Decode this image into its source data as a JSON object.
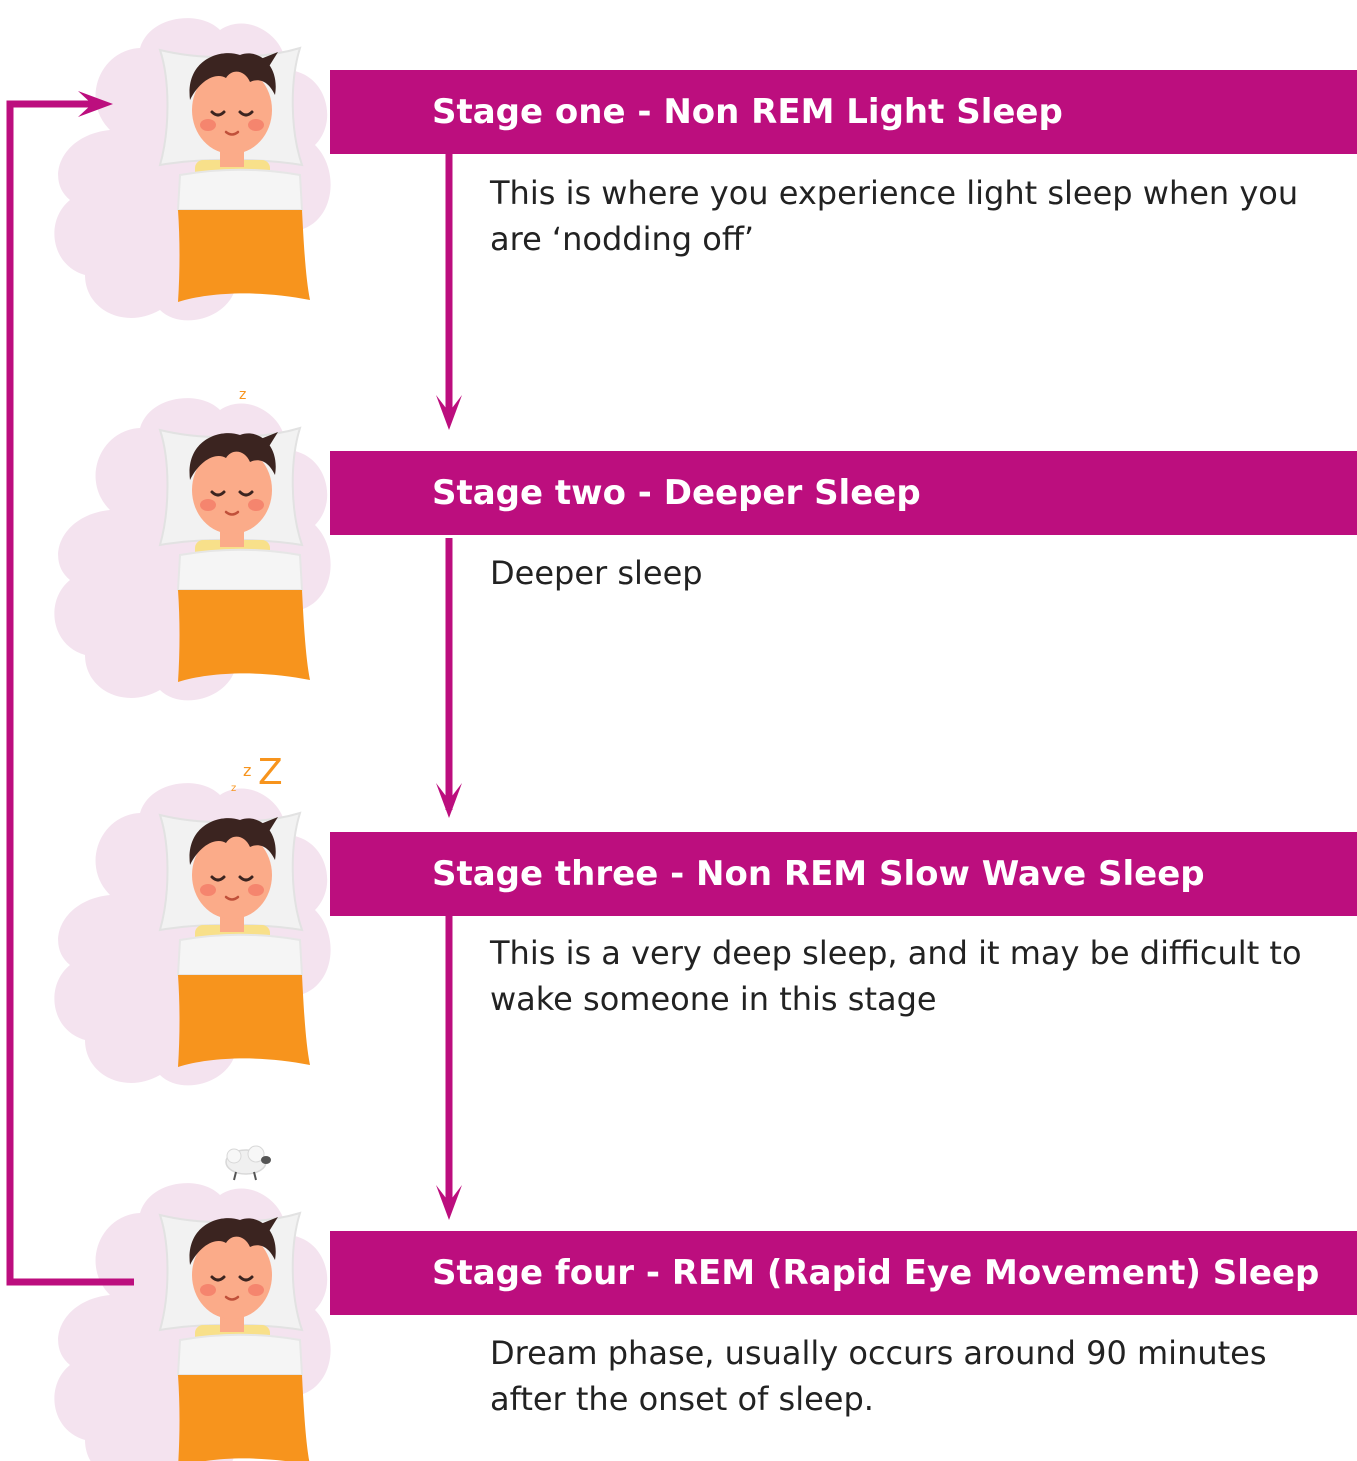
{
  "colors": {
    "accent": "#bc0e7e",
    "blanket": "#f7941d",
    "skin": "#fbab89",
    "hair": "#3b2420",
    "cloud": "#f4e3ef"
  },
  "stages": [
    {
      "title": "Stage one - Non REM Light Sleep",
      "description": "This is where you experience light sleep when you are ‘nodding off’",
      "icon": "sleeping-person-icon"
    },
    {
      "title": "Stage two - Deeper Sleep",
      "description": "Deeper sleep",
      "icon": "sleeping-person-icon"
    },
    {
      "title": "Stage three - Non REM Slow Wave Sleep",
      "description": "This is a very deep sleep, and it may be difficult to wake someone in this stage",
      "icon": "sleeping-person-icon"
    },
    {
      "title": "Stage four - REM (Rapid Eye Movement) Sleep",
      "description": "Dream phase, usually occurs around 90 minutes after the onset of sleep.",
      "icon": "sleeping-person-icon"
    }
  ],
  "decorations": {
    "snore_small": "z",
    "snore_large": "Z",
    "sheep_icon": "sheep-icon"
  }
}
